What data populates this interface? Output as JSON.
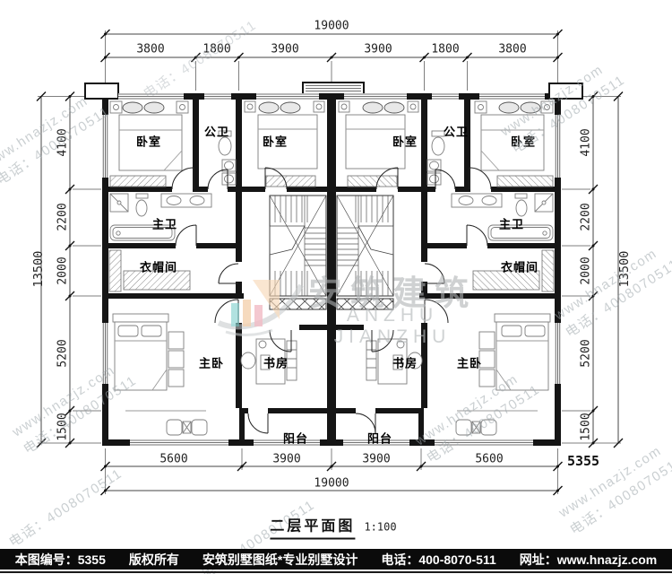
{
  "title": {
    "text": "二层平面图",
    "scale": "1:100"
  },
  "plan_number": "5355",
  "dimensions": {
    "top_total": "19000",
    "top_segments": [
      "3800",
      "1800",
      "3900",
      "3900",
      "1800",
      "3800"
    ],
    "side_total": "13500",
    "side_segments": [
      "4100",
      "2200",
      "2000",
      "5200",
      "1500"
    ],
    "bottom_segments": [
      "5600",
      "3900",
      "3900",
      "5600"
    ],
    "bottom_total": "19000"
  },
  "rooms": {
    "bedroom": "卧室",
    "public_bath": "公卫",
    "master_bath": "主卫",
    "cloakroom": "衣帽间",
    "master_bedroom": "主卧",
    "study": "书房",
    "balcony": "阳台"
  },
  "watermark": {
    "url": "www.hnazjz.com",
    "phone": "电话：4008070511",
    "brand_cn": "安筑建筑",
    "brand_en": "ANZHU JIANZHU"
  },
  "footer": {
    "sheet_no": "本图编号：5355",
    "copyright": "版权所有",
    "studio": "安筑别墅图纸*专业别墅设计",
    "phone": "电话：400-8070-511",
    "website": "网址：www.hnazjz.com"
  },
  "colors": {
    "wall": "#151515",
    "accent_teal": "#86d2cf",
    "accent_orange": "#f2c59b",
    "accent_pink": "#efaab6"
  }
}
